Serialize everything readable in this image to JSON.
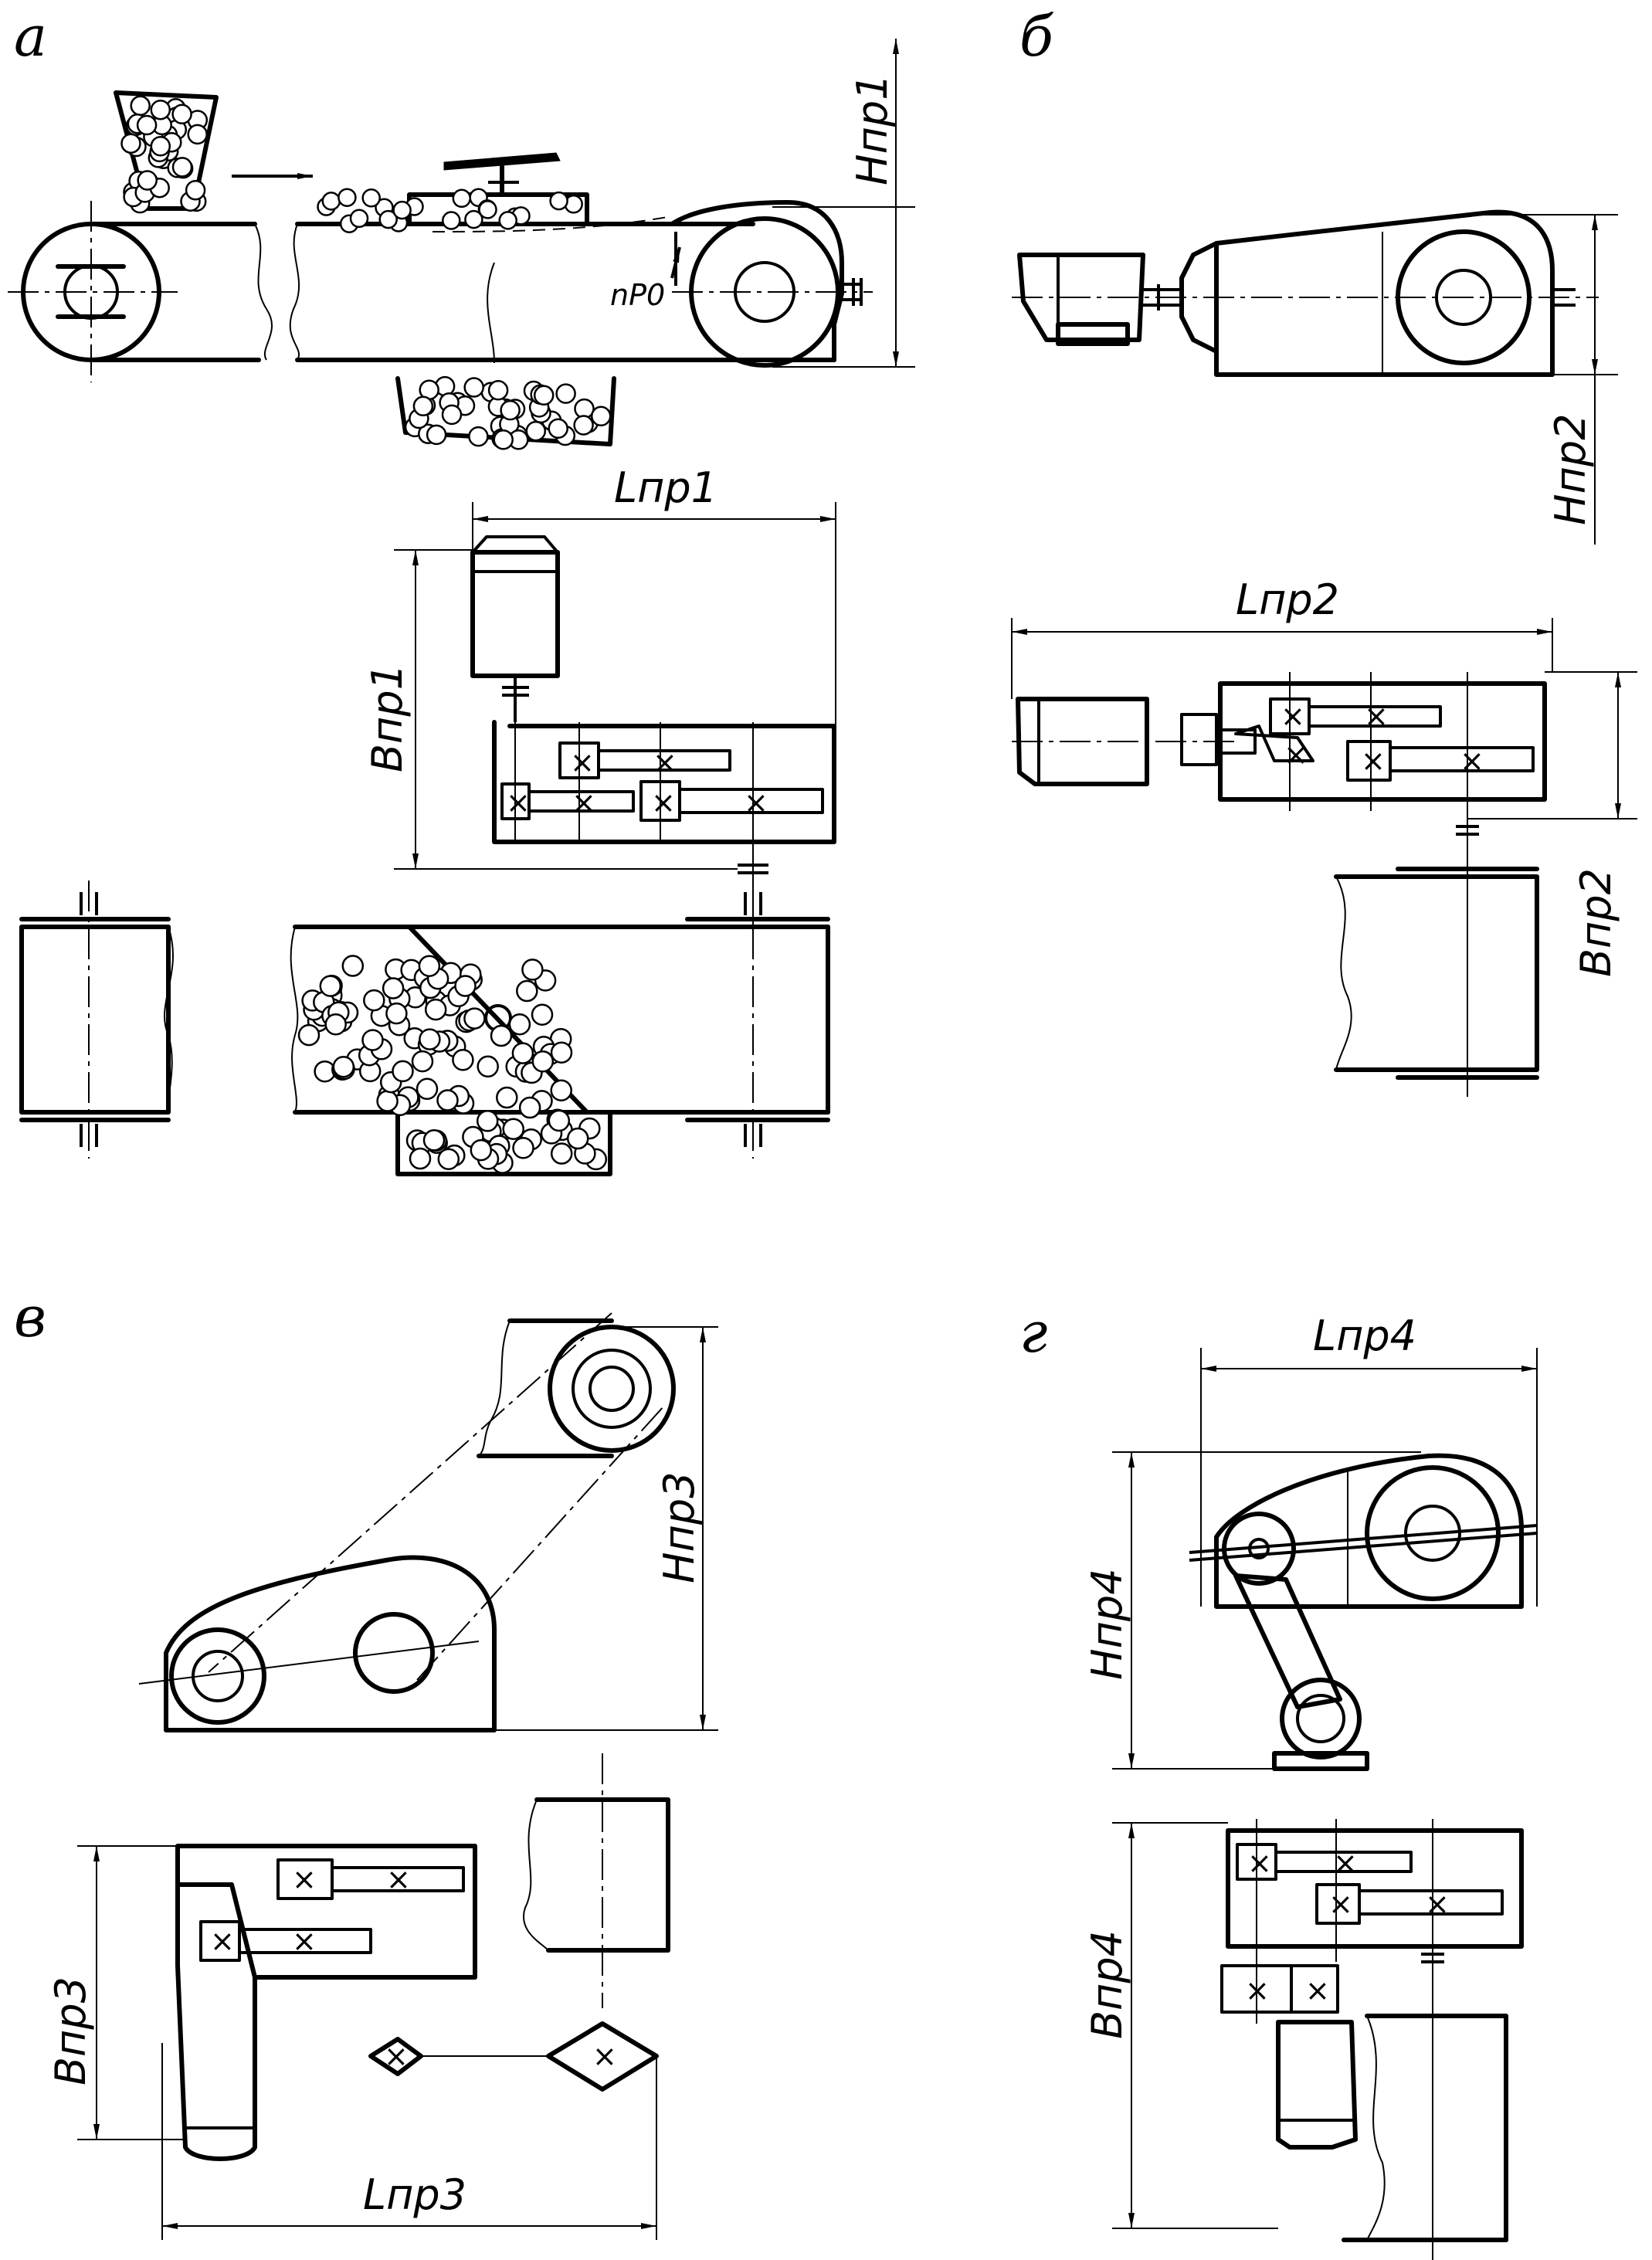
{
  "panels": [
    {
      "id": "a",
      "letter": "а",
      "labels": {
        "height": "Hпр1",
        "length": "Lпр1",
        "width": "Bпр1",
        "speed": "nP0"
      }
    },
    {
      "id": "b",
      "letter": "б",
      "labels": {
        "height": "Hпр2",
        "length": "Lпр2",
        "width": "Bпр2"
      }
    },
    {
      "id": "v",
      "letter": "в",
      "labels": {
        "height": "Hпр3",
        "length": "Lпр3",
        "width": "Bпр3"
      }
    },
    {
      "id": "g",
      "letter": "г",
      "labels": {
        "height": "Hпр4",
        "length": "Lпр4",
        "width": "Bпр4"
      }
    }
  ]
}
